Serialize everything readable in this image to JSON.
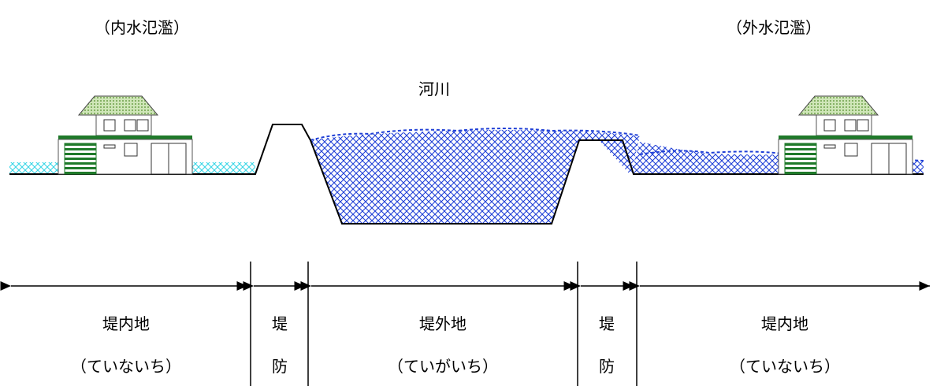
{
  "labels": {
    "left_caption": "（内水氾濫）",
    "right_caption": "（外水氾濫）",
    "river": "河川"
  },
  "zones": [
    {
      "line1": "堤内地",
      "line2": "（ていないち）"
    },
    {
      "line1": "堤",
      "line2": "防"
    },
    {
      "line1": "堤外地",
      "line2": "（ていがいち）"
    },
    {
      "line1": "堤",
      "line2": "防"
    },
    {
      "line1": "堤内地",
      "line2": "（ていないち）"
    }
  ],
  "colors": {
    "river_water": "#1f3fd6",
    "inland_water": "#39d6e6",
    "roof": "#8fbf6a",
    "house_band": "#1f7a2a",
    "line": "#000000"
  },
  "icons": [
    "house-icon",
    "arrow-icon"
  ]
}
